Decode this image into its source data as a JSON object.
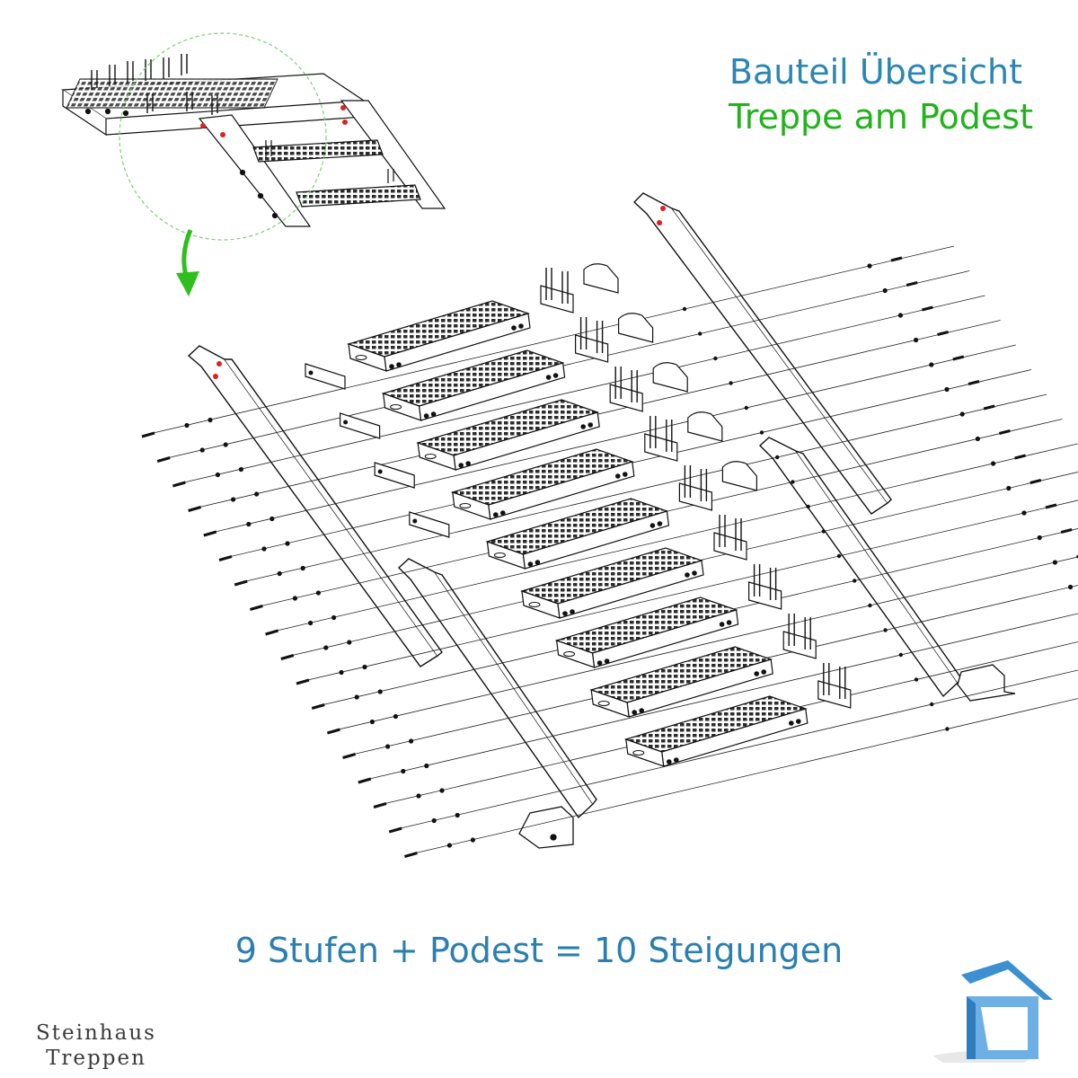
{
  "header": {
    "title_line1": "Bauteil Übersicht",
    "title_line2": "Treppe am Podest"
  },
  "caption": "9 Stufen + Podest = 10 Steigungen",
  "brand": {
    "line1": "Steinhaus",
    "line2": "Treppen"
  },
  "colors": {
    "title_blue": "#2a86b2",
    "title_green": "#22b21c",
    "arrow_green": "#2fbf1d",
    "logo_blue": "#3c8fd0",
    "hole_red": "#e02020",
    "line": "#111111"
  },
  "icons": {
    "detail_arrow": "curved-arrow-down-icon",
    "logo": "house-icon"
  },
  "diagram": {
    "step_count": 9,
    "podest": 1,
    "rises": 10
  }
}
